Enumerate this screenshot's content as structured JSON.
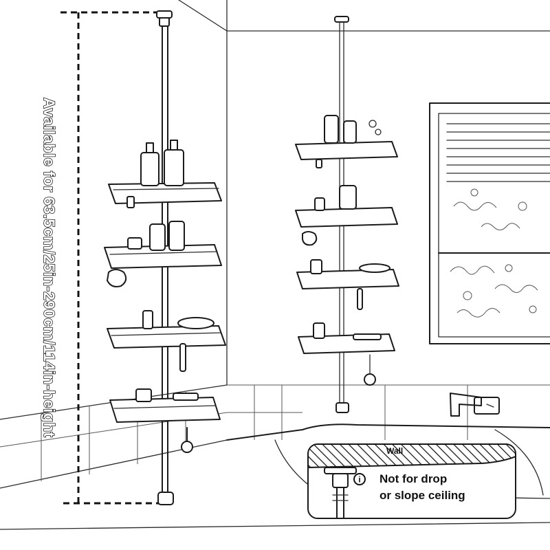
{
  "height_note": "Available for 63.5cm/25in-290cm/114in-height",
  "callout": {
    "wall_label": "Wall",
    "info_symbol": "i",
    "warning_line_1": "Not for drop",
    "warning_line_2": "or slope ceiling"
  },
  "icons": [
    "info-icon"
  ],
  "colors": {
    "line": "#1a1a1a",
    "background": "#ffffff"
  }
}
